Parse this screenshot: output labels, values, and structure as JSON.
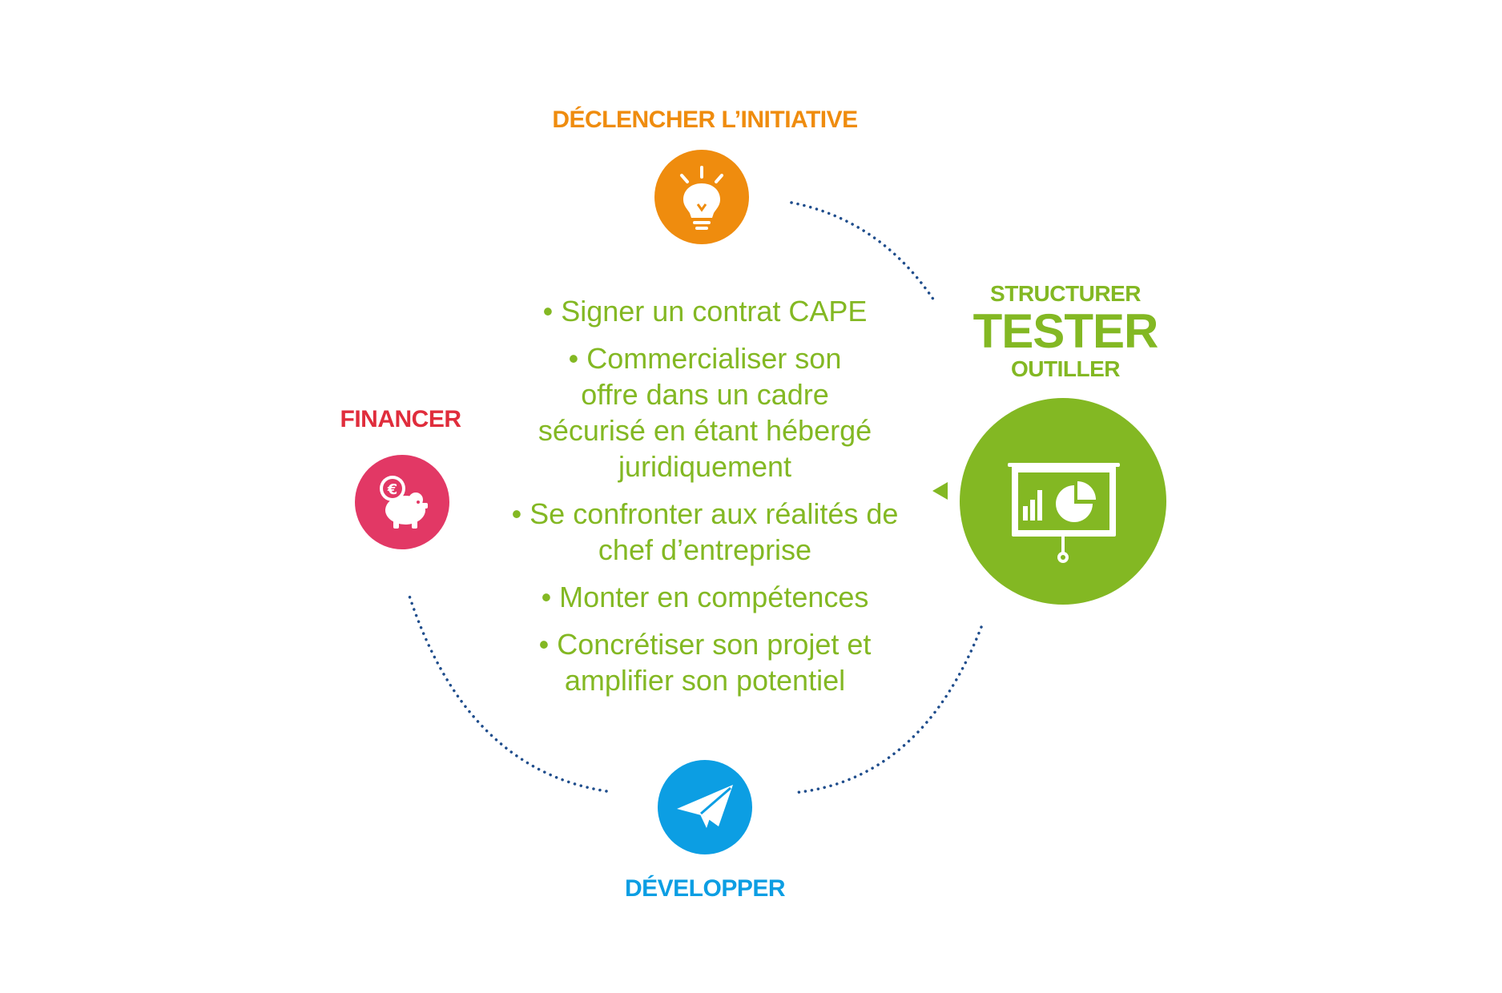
{
  "colors": {
    "orange": "#ef8c0e",
    "red": "#e02d3c",
    "pink": "#e23865",
    "green": "#83b823",
    "blue": "#0c9ee3",
    "dots": "#1f4d8c",
    "white": "#ffffff"
  },
  "stages": {
    "declencher": {
      "label": "DÉCLENCHER L’INITIATIVE",
      "icon": "lightbulb-icon"
    },
    "financer": {
      "label": "FINANCER",
      "icon": "piggy-bank-euro-icon"
    },
    "developper": {
      "label": "DÉVELOPPER",
      "icon": "paper-plane-icon"
    },
    "structurer": {
      "top": "STRUCTURER",
      "main": "TESTER",
      "bottom": "OUTILLER",
      "icon": "presentation-chart-icon"
    }
  },
  "bullets": [
    "• Signer un contrat CAPE",
    "• Commercialiser son offre dans un cadre sécurisé en étant hébergé juridiquement",
    "• Se confronter aux réalités de chef d’entreprise",
    "• Monter en compétences",
    "• Concrétiser son projet et amplifier son potentiel"
  ]
}
